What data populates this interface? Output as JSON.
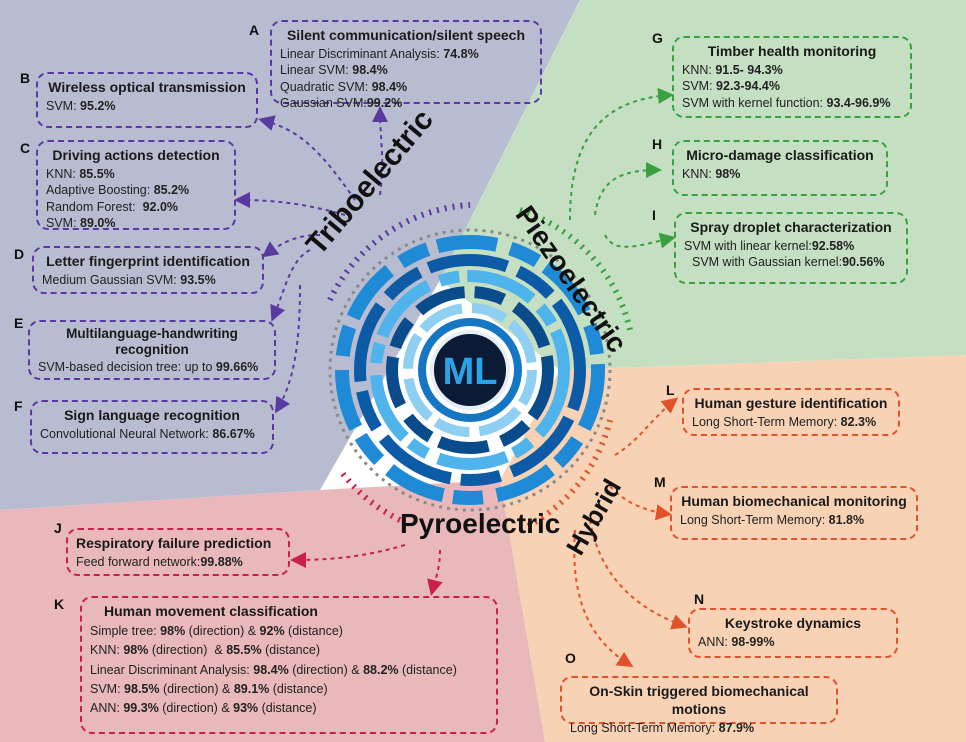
{
  "sectors": {
    "triboelectric": "Triboelectric",
    "piezoelectric": "Piezoelectric",
    "hybrid": "Hybrid",
    "pyroelectric": "Pyroelectric",
    "center": "ML"
  },
  "colors": {
    "tribo_bg": "#b8bcd0",
    "piezo_bg": "#c5dfc2",
    "hybrid_bg": "#f7d2b4",
    "pyro_bg": "#e8b8ba",
    "tribo": "#5a3aa0",
    "piezo": "#3aa040",
    "hybrid": "#e0522a",
    "pyro": "#c8204a"
  },
  "boxes": {
    "A": {
      "letter": "A",
      "title": "Silent communication/silent speech",
      "lines": [
        [
          "Linear Discriminant Analysis: ",
          "74.8%"
        ],
        [
          "Linear SVM: ",
          "98.4%"
        ],
        [
          "Quadratic SVM: ",
          "98.4%"
        ],
        [
          "Gaussian SVM:",
          "99.2%"
        ]
      ]
    },
    "B": {
      "letter": "B",
      "title": "Wireless optical transmission",
      "lines": [
        [
          "SVM: ",
          "95.2%"
        ]
      ]
    },
    "C": {
      "letter": "C",
      "title": "Driving actions detection",
      "lines": [
        [
          "KNN: ",
          "85.5%"
        ],
        [
          "Adaptive Boosting: ",
          "85.2%"
        ],
        [
          "Random Forest:  ",
          "92.0%"
        ],
        [
          "SVM: ",
          "89.0%"
        ]
      ]
    },
    "D": {
      "letter": "D",
      "title": "Letter fingerprint identification",
      "lines": [
        [
          "Medium Gaussian SVM: ",
          "93.5%"
        ]
      ]
    },
    "E": {
      "letter": "E",
      "title": "Multilanguage-handwriting recognition",
      "lines": [
        [
          "SVM-based decision tree: up to ",
          "99.66%"
        ]
      ]
    },
    "F": {
      "letter": "F",
      "title": "Sign language recognition",
      "lines": [
        [
          "Convolutional Neural Network: ",
          "86.67%"
        ]
      ]
    },
    "G": {
      "letter": "G",
      "title": "Timber health monitoring",
      "lines": [
        [
          "KNN: ",
          "91.5- 94.3%"
        ],
        [
          "SVM: ",
          "92.3-94.4%"
        ],
        [
          "SVM with kernel function: ",
          "93.4-96.9%"
        ]
      ]
    },
    "H": {
      "letter": "H",
      "title": "Micro-damage classification",
      "lines": [
        [
          "KNN: ",
          "98%"
        ]
      ]
    },
    "I": {
      "letter": "I",
      "title": "Spray droplet characterization",
      "lines": [
        [
          "SVM with linear kernel:",
          "92.58%"
        ],
        [
          "SVM with Gaussian kernel:",
          "90.56%"
        ]
      ]
    },
    "J": {
      "letter": "J",
      "title": "Respiratory failure prediction",
      "lines": [
        [
          "Feed forward network:",
          "99.88%"
        ]
      ]
    },
    "K": {
      "letter": "K",
      "title": "Human movement classification",
      "lines": [
        [
          "Simple tree: ",
          "98%",
          " (direction) & ",
          "92%",
          " (distance)"
        ],
        [
          "KNN: ",
          "98%",
          " (direction)  & ",
          "85.5%",
          " (distance)"
        ],
        [
          "Linear Discriminant Analysis: ",
          "98.4%",
          " (direction) & ",
          "88.2%",
          " (distance)"
        ],
        [
          "SVM: ",
          "98.5%",
          " (direction) & ",
          "89.1%",
          " (distance)"
        ],
        [
          "ANN: ",
          "99.3%",
          " (direction) & ",
          "93%",
          " (distance)"
        ]
      ]
    },
    "L": {
      "letter": "L",
      "title": "Human gesture identification",
      "lines": [
        [
          "Long Short-Term Memory: ",
          "82.3%"
        ]
      ]
    },
    "M": {
      "letter": "M",
      "title": "Human biomechanical monitoring",
      "lines": [
        [
          "Long Short-Term Memory: ",
          "81.8%"
        ]
      ]
    },
    "N": {
      "letter": "N",
      "title": "Keystroke dynamics",
      "lines": [
        [
          "ANN: ",
          "98-99%"
        ]
      ]
    },
    "O": {
      "letter": "O",
      "title": "On-Skin triggered biomechanical motions",
      "lines": [
        [
          "Long Short-Term Memory: ",
          "87.9%"
        ]
      ]
    }
  }
}
